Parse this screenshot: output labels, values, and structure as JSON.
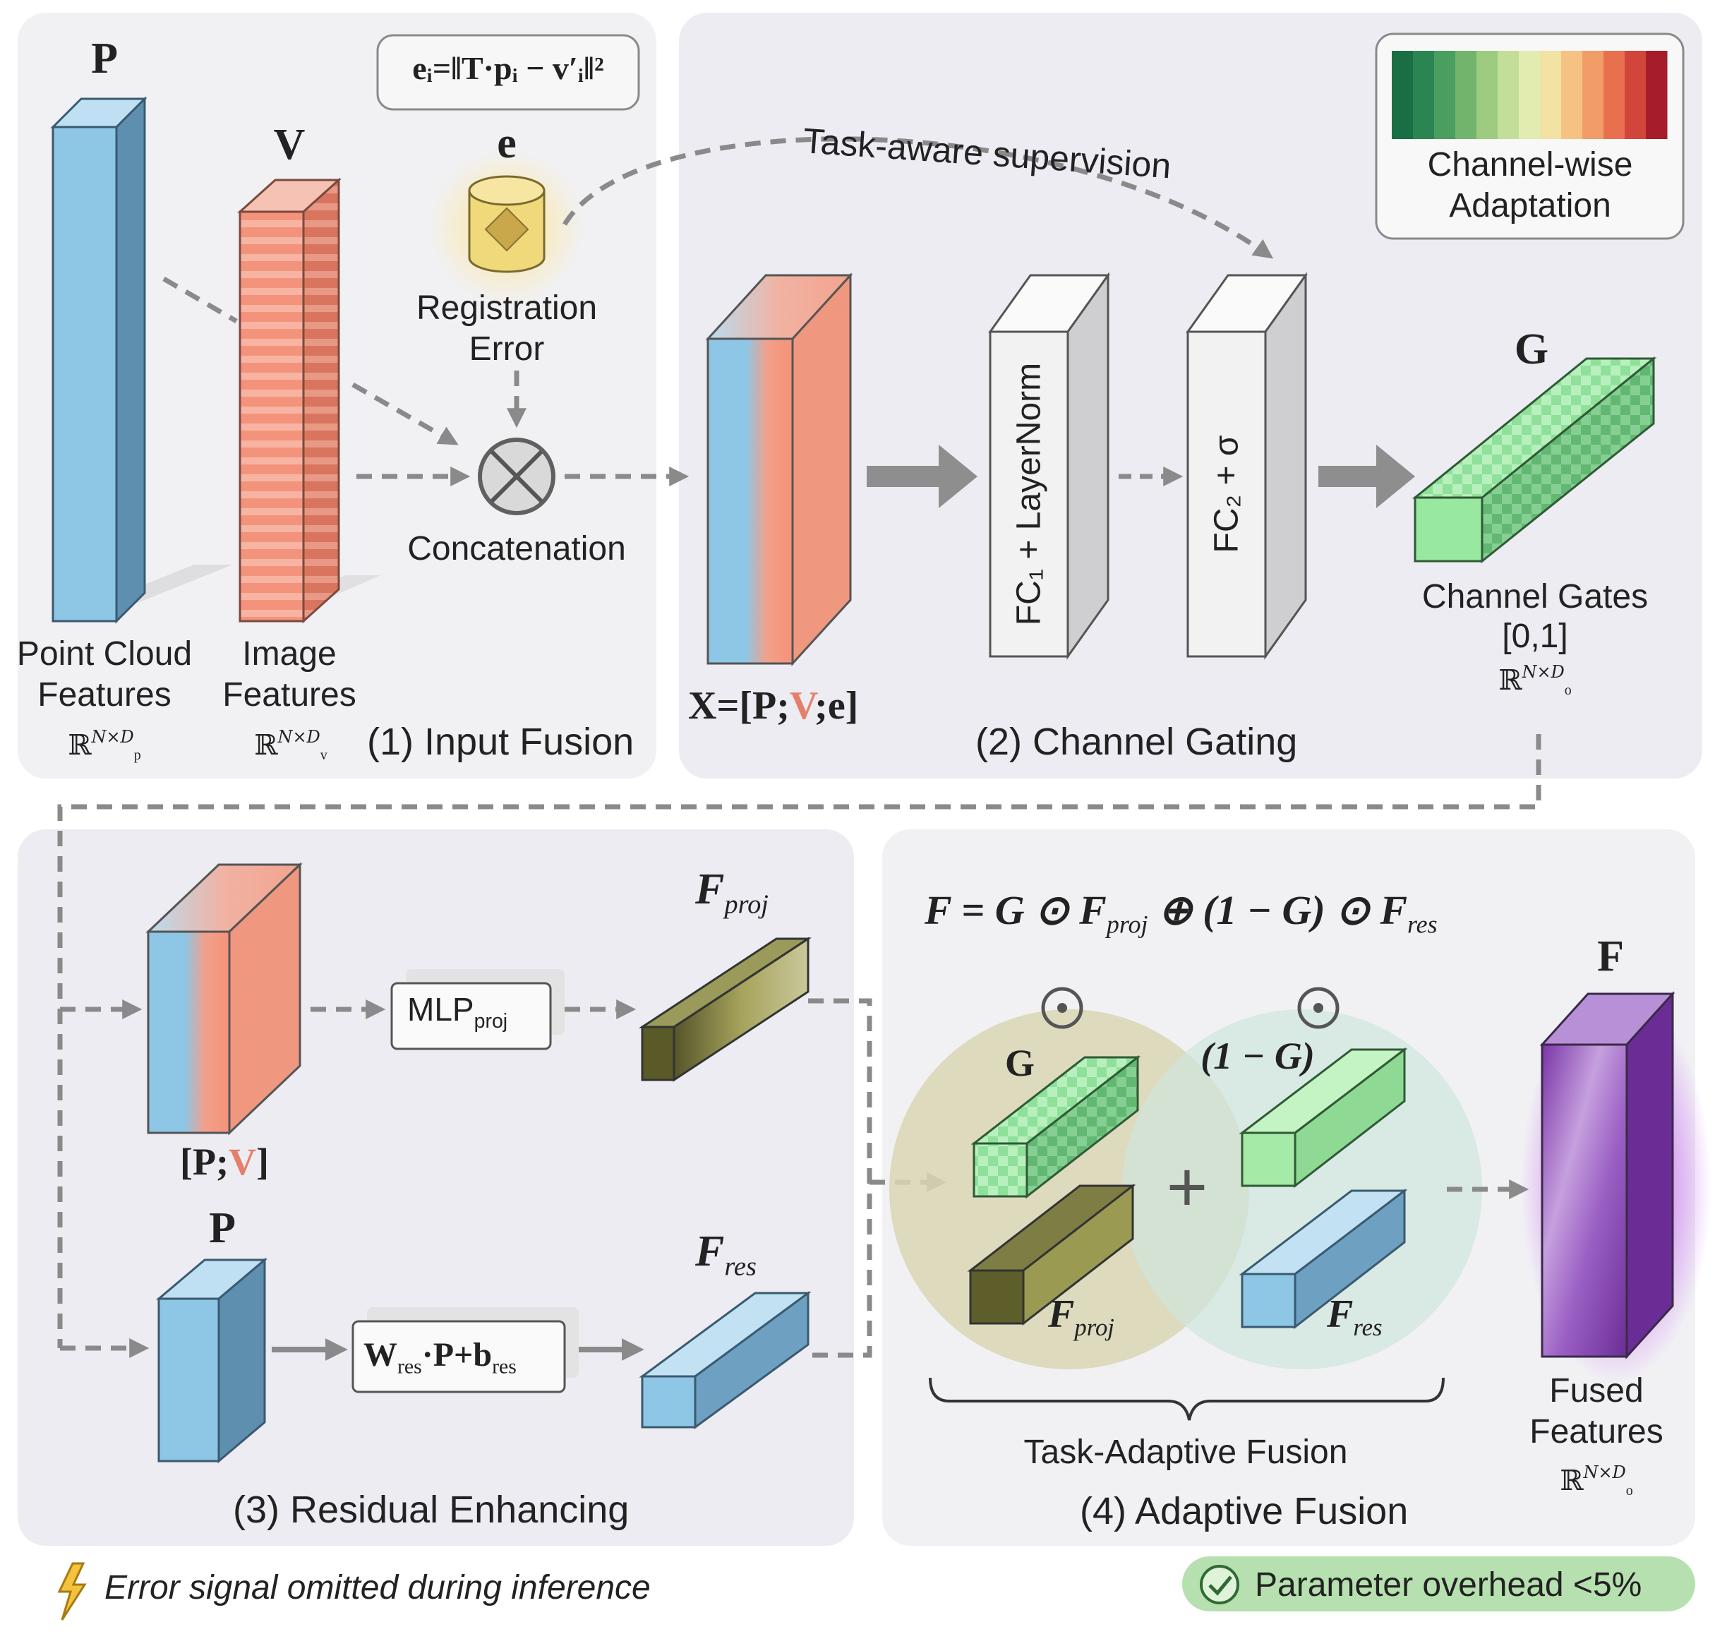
{
  "panels": {
    "input_fusion": "(1) Input Fusion",
    "channel_gating": "(2) Channel Gating",
    "residual_enhancing": "(3) Residual Enhancing",
    "adaptive_fusion": "(4) Adaptive Fusion"
  },
  "input": {
    "p_letter": "P",
    "v_letter": "V",
    "e_letter": "e",
    "point_cloud_line1": "Point Cloud",
    "point_cloud_line2": "Features",
    "image_line1": "Image",
    "image_line2": "Features",
    "registration_line1": "Registration",
    "registration_line2": "Error",
    "concatenation": "Concatenation",
    "error_formula": "eᵢ=‖T·pᵢ − v′ᵢ‖²"
  },
  "gating": {
    "task_aware": "Task-aware supervision",
    "fc1": "FC₁ + LayerNorm",
    "fc2": "FC₂ + σ",
    "g_letter": "G",
    "channel_gates": "Channel Gates",
    "range": "[0,1]",
    "legend_line1": "Channel-wise",
    "legend_line2": "Adaptation",
    "legend_colors": [
      "#1a6e44",
      "#2a8553",
      "#4a9e5f",
      "#72b46c",
      "#9dcb80",
      "#c3de98",
      "#e2ecb0",
      "#f2e2a4",
      "#f5c283",
      "#f29c68",
      "#e8704f",
      "#d2453a",
      "#a51d2a"
    ]
  },
  "residual": {
    "mlp": "MLP",
    "mlp_sub": "proj",
    "p_letter": "P",
    "res_formula_w": "W",
    "res_formula_mid": "·P+b",
    "res_sub": "res",
    "f_letter": "F",
    "proj_sub": "proj"
  },
  "fusion": {
    "formula": "F = G ⊙ F",
    "formula_mid": " ⊕ (1 − G) ⊙ F",
    "g_label": "G",
    "one_minus_g": "(1 − G)",
    "odot": "⊙",
    "plus": "+",
    "task_adaptive": "Task-Adaptive Fusion",
    "fused_letter": "F",
    "fused_line1": "Fused",
    "fused_line2": "Features"
  },
  "footer": {
    "note": "Error signal omitted during inference",
    "badge": "Parameter overhead <5%"
  },
  "colors": {
    "blue": "#8ec6e6",
    "salmon": "#f2907a",
    "green": "#a6eaa8",
    "olive": "#5e5e28",
    "purple": "#8a4ab0",
    "panel": "#f1f1f4",
    "badge": "#b7e0b0"
  }
}
